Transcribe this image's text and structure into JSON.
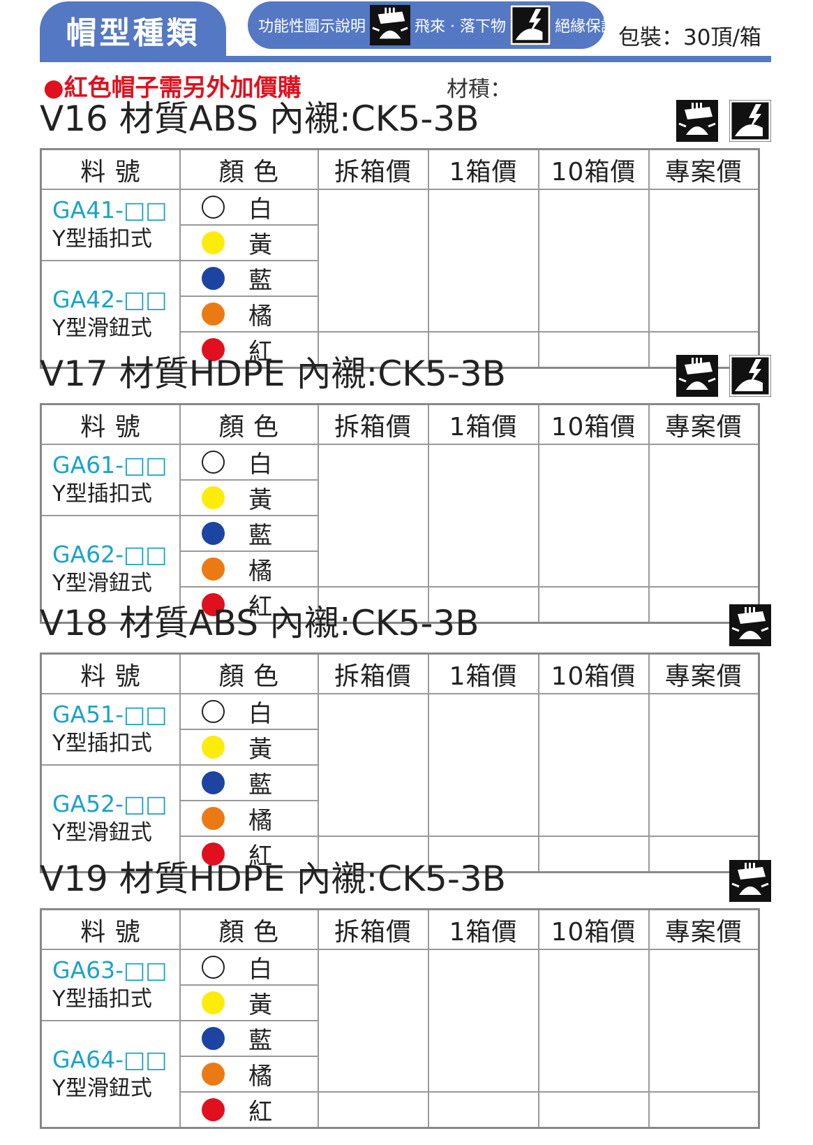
{
  "header": {
    "title": "帽型種類",
    "legend_label": "功能性圖示說明",
    "legend_items": [
      {
        "icon": "falling-object-icon",
        "label": "飛來 · 落下物"
      },
      {
        "icon": "electrical-insulation-icon",
        "label": "絕緣保護"
      }
    ],
    "packaging": "包裝：30頂/箱"
  },
  "note": "●紅色帽子需另外加價購",
  "volume_label": "材積：",
  "table_headers": [
    "料 號",
    "顏 色",
    "拆箱價",
    "1箱價",
    "10箱價",
    "專案價"
  ],
  "colors": [
    {
      "name": "白",
      "hex": "#ffffff"
    },
    {
      "name": "黃",
      "hex": "#fcec0c"
    },
    {
      "name": "藍",
      "hex": "#1c44a0"
    },
    {
      "name": "橘",
      "hex": "#ec7a14"
    },
    {
      "name": "紅",
      "hex": "#e0101e"
    }
  ],
  "sections": [
    {
      "title": "V16 材質ABS 內襯:CK5-3B",
      "icons": [
        "falling-object-icon",
        "electrical-insulation-icon"
      ],
      "models": [
        {
          "code": "GA41-□□",
          "desc": "Y型插扣式"
        },
        {
          "code": "GA42-□□",
          "desc": "Y型滑鈕式"
        }
      ]
    },
    {
      "title": "V17 材質HDPE 內襯:CK5-3B",
      "icons": [
        "falling-object-icon",
        "electrical-insulation-icon"
      ],
      "models": [
        {
          "code": "GA61-□□",
          "desc": "Y型插扣式"
        },
        {
          "code": "GA62-□□",
          "desc": "Y型滑鈕式"
        }
      ]
    },
    {
      "title": "V18 材質ABS 內襯:CK5-3B",
      "icons": [
        "falling-object-icon"
      ],
      "models": [
        {
          "code": "GA51-□□",
          "desc": "Y型插扣式"
        },
        {
          "code": "GA52-□□",
          "desc": "Y型滑鈕式"
        }
      ]
    },
    {
      "title": "V19 材質HDPE 內襯:CK5-3B",
      "icons": [
        "falling-object-icon"
      ],
      "models": [
        {
          "code": "GA63-□□",
          "desc": "Y型插扣式"
        },
        {
          "code": "GA64-□□",
          "desc": "Y型滑鈕式"
        }
      ]
    }
  ]
}
